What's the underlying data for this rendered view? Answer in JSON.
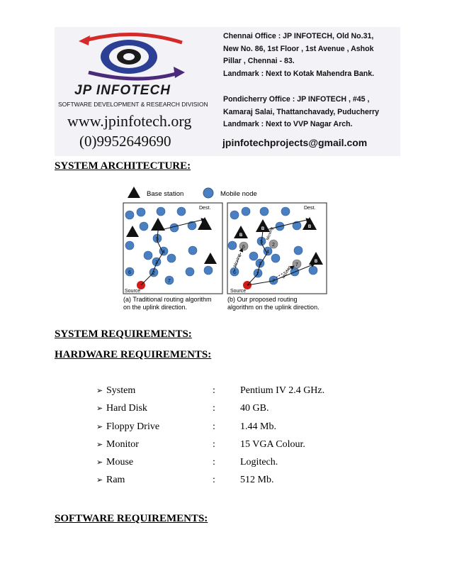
{
  "banner": {
    "brand": "JP INFOTECH",
    "division": "SOFTWARE DEVELOPMENT & RESEARCH DIVISION",
    "website": "www.jpinfotech.org",
    "phone": "(0)9952649690",
    "chennai_lines": [
      "Chennai Office : JP INFOTECH, Old No.31,",
      "New No. 86, 1st Floor , 1st Avenue , Ashok",
      "Pillar , Chennai - 83.",
      "Landmark : Next to Kotak Mahendra Bank."
    ],
    "pondy_lines": [
      "Pondicherry Office : JP INFOTECH , #45 ,",
      "Kamaraj Salai, Thattanchavady, Puducherry",
      "Landmark : Next to VVP Nagar Arch."
    ],
    "email": "jpinfotechprojects@gmail.com",
    "colors": {
      "logo_red": "#d42a2a",
      "logo_blue": "#2b3f95",
      "logo_purple": "#4b2a7a"
    }
  },
  "headings": {
    "system_architecture": "SYSTEM ARCHITECTURE:",
    "system_requirements": "SYSTEM REQUIREMENTS:",
    "hardware_requirements": "HARDWARE REQUIREMENTS:",
    "software_requirements": "SOFTWARE REQUIREMENTS:"
  },
  "figure": {
    "legend_base": "Base station",
    "legend_mobile": "Mobile node",
    "dest": "Dest.",
    "source": "Source",
    "moving": "Moving",
    "caption_a_1": "(a) Traditional routing algorithm",
    "caption_a_2": "on the uplink direction.",
    "caption_b_1": "(b) Our proposed routing",
    "caption_b_2": "algorithm on the uplink direction.",
    "colors": {
      "node": "#4a7fc1",
      "source": "#d11a1a",
      "gray_node": "#9a9a9a"
    }
  },
  "hardware": {
    "separator": ":",
    "items": [
      {
        "name": "System",
        "value": "Pentium IV 2.4 GHz."
      },
      {
        "name": "Hard Disk",
        "value": "40 GB."
      },
      {
        "name": "Floppy Drive",
        "value": "1.44 Mb."
      },
      {
        "name": "Monitor",
        "value": "15 VGA Colour."
      },
      {
        "name": "Mouse",
        "value": "Logitech."
      },
      {
        "name": "Ram",
        "value": "512 Mb."
      }
    ]
  }
}
